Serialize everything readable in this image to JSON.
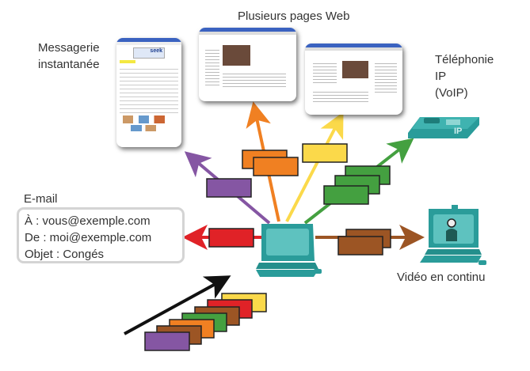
{
  "labels": {
    "web_pages": "Plusieurs pages Web",
    "instant_messaging": [
      "Messagerie",
      "instantanée"
    ],
    "ip_telephony": [
      "Téléphonie",
      "IP",
      "(VoIP)"
    ],
    "email_title": "E-mail",
    "video": "Vidéo en continu"
  },
  "email": {
    "to": "À : vous@exemple.com",
    "from": "De : moi@exemple.com",
    "subject": "Objet : Congés"
  },
  "phone_badge": "IP",
  "im_window": {
    "logo_text": "seek"
  },
  "colors": {
    "purple": "#8556a3",
    "orange": "#f08022",
    "yellow": "#fbd94a",
    "green": "#44a040",
    "red": "#e02227",
    "brown": "#9c5524",
    "teal": "#2a9c9a",
    "black": "#111111"
  }
}
